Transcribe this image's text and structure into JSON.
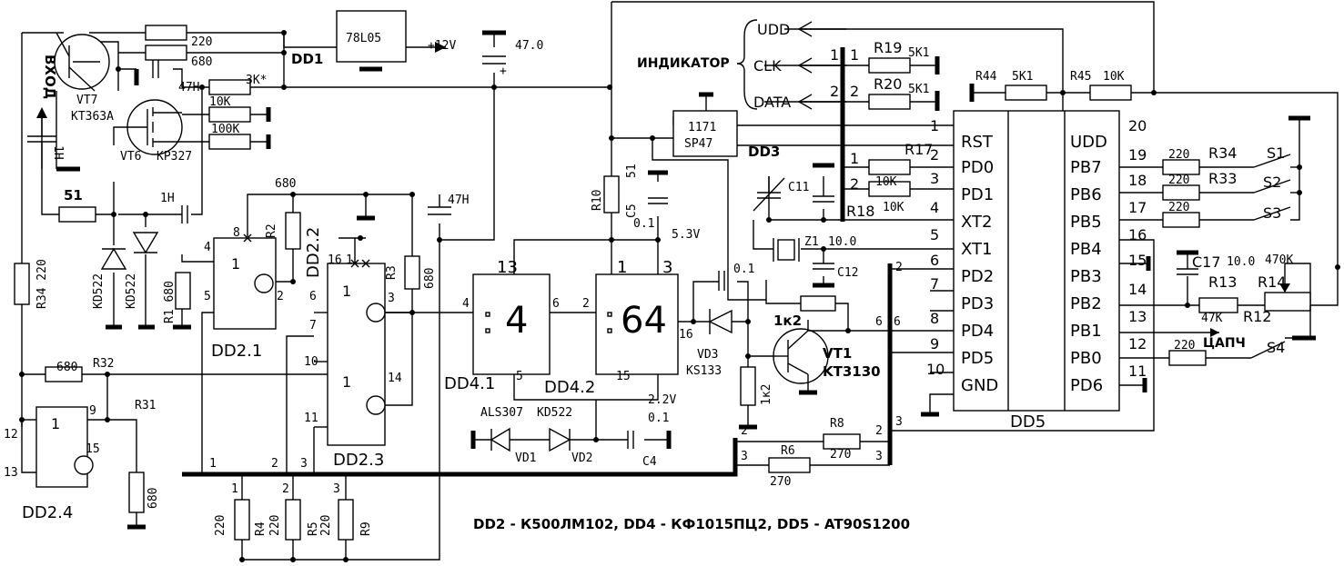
{
  "caption": "DD2 - К500ЛМ102, DD4 -  КФ1015ПЦ2, DD5 - AT90S1200",
  "input_label": "ВХОД",
  "regulator": {
    "name": "78L05",
    "ref": "DD1",
    "supply": "+12V",
    "cap": "47.0"
  },
  "indicator": {
    "label": "ИНДИКАТОР",
    "lines": [
      "UDD",
      "CLK",
      "DATA"
    ],
    "pins": [
      "1",
      "1",
      "2",
      "2"
    ]
  },
  "transistors": {
    "vt7": {
      "ref": "VT7",
      "type": "KT363A"
    },
    "vt6": {
      "ref": "VT6",
      "type": "KP327"
    },
    "vt1": {
      "ref": "VT1",
      "type": "KT3130"
    }
  },
  "resistors": {
    "r_220_top": "220",
    "r_680_top": "680",
    "r_3k": "3K*",
    "r_10k": "10K",
    "r_100k": "100K",
    "r34": "R34 220",
    "r51": "51",
    "r32": "R32",
    "r32_val": "680",
    "r31": "R31",
    "r31_val": "680",
    "r1": "R1 680",
    "r2": "R2",
    "r2_val": "680",
    "r3": "R3",
    "r3_val": "680",
    "r10": "R10",
    "r10_val": "51",
    "r4": "R4",
    "r5": "R5",
    "r9": "R9",
    "r4_val": "220",
    "r5_val": "220",
    "r9_val": "220",
    "r19": "R19",
    "r19_val": "5K1",
    "r20": "R20",
    "r20_val": "5K1",
    "r17": "R17",
    "r17_val": "10K",
    "r18": "R18",
    "r18_val": "10K",
    "r44": "R44",
    "r44_val": "5K1",
    "r45": "R45",
    "r45_val": "10K",
    "r34b": "R34",
    "r33": "R33",
    "r_pb_val": "220",
    "r13": "R13",
    "r13_val": "47K",
    "r14": "R14",
    "r14_val": "470K",
    "r12": "R12",
    "r8": "R8",
    "r8_val": "270",
    "r6": "R6",
    "r6_val": "270",
    "r_vt1_b": "1к2",
    "r_vt1_e": "1к2",
    "r_pb0": "220"
  },
  "capacitors": {
    "c47n": "47H",
    "c1n_a": "1H",
    "c1n_b": "1H",
    "c47n_b": "47H",
    "c5": "C5",
    "c5_val": "0.1",
    "c_vd3": "0.1",
    "c4": "C4",
    "c4_val": "0.1",
    "c11": "C11",
    "c12": "C12",
    "c17": "C17",
    "c17_val": "10.0",
    "z1": "Z1",
    "z1_val": "10.0"
  },
  "diodes": {
    "kd522_a": "KD522",
    "kd522_b": "KD522",
    "vd1": "VD1",
    "vd1_type": "ALS307",
    "vd2": "VD2",
    "vd2_type": "KD522",
    "vd3": "VD3",
    "vd3_type": "KS133"
  },
  "chips": {
    "dd2_1": "DD2.1",
    "dd2_2": "DD2.2",
    "dd2_3": "DD2.3",
    "dd2_4": "DD2.4",
    "dd4_1": "DD4.1",
    "dd4_2": "DD4.2",
    "dd4_1_sym": "4",
    "dd4_2_sym": "64",
    "dd3": "DD3",
    "dd3_top": "1171",
    "dd3_bot": "SP47",
    "dd5": "DD5",
    "gate_sym": "1"
  },
  "voltages": {
    "v53": "5.3V",
    "v22": "2.2V"
  },
  "dd5_left": [
    {
      "pin": "1",
      "name": "RST"
    },
    {
      "pin": "2",
      "name": "PD0"
    },
    {
      "pin": "3",
      "name": "PD1"
    },
    {
      "pin": "4",
      "name": "XT2"
    },
    {
      "pin": "5",
      "name": "XT1"
    },
    {
      "pin": "6",
      "name": "PD2"
    },
    {
      "pin": "7",
      "name": "PD3"
    },
    {
      "pin": "8",
      "name": "PD4"
    },
    {
      "pin": "9",
      "name": "PD5"
    },
    {
      "pin": "10",
      "name": "GND"
    }
  ],
  "dd5_right": [
    {
      "pin": "20",
      "name": "UDD"
    },
    {
      "pin": "19",
      "name": "PB7"
    },
    {
      "pin": "18",
      "name": "PB6"
    },
    {
      "pin": "17",
      "name": "PB5"
    },
    {
      "pin": "16",
      "name": "PB4"
    },
    {
      "pin": "15",
      "name": "PB3"
    },
    {
      "pin": "14",
      "name": "PB2"
    },
    {
      "pin": "13",
      "name": "PB1"
    },
    {
      "pin": "12",
      "name": "PB0"
    },
    {
      "pin": "11",
      "name": "PD6"
    }
  ],
  "switches": [
    "S1",
    "S2",
    "S3",
    "S4"
  ],
  "capch": "ЦАПЧ",
  "pins": {
    "p1": "1",
    "p2": "2",
    "p3": "3",
    "p4": "4",
    "p5": "5",
    "p6": "6",
    "p7": "7",
    "p8": "8",
    "p9": "9",
    "p10": "10",
    "p11": "11",
    "p12": "12",
    "p13": "13",
    "p14": "14",
    "p15": "15",
    "p16": "16"
  }
}
